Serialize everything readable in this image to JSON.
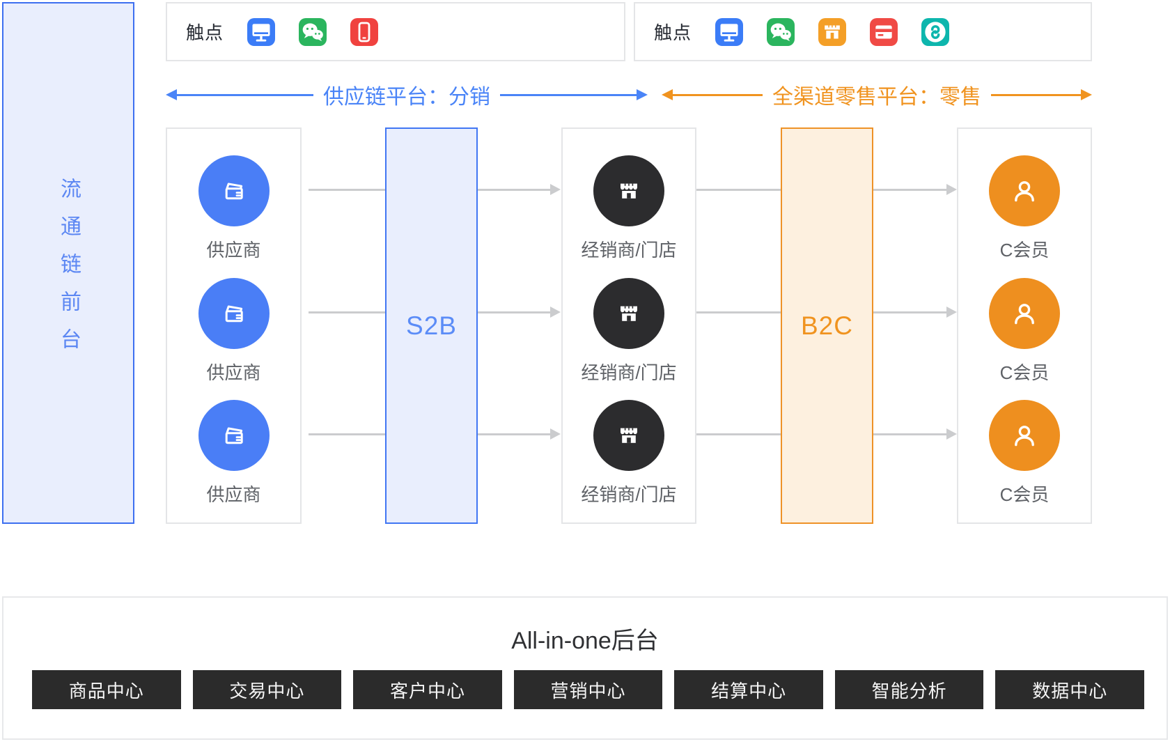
{
  "colors": {
    "primary_blue": "#4a7ef6",
    "arrow_blue": "#4a84f7",
    "panel_blue_bg": "#e9eefd",
    "panel_blue_border": "#3d6ff0",
    "primary_orange": "#ee8f1f",
    "arrow_orange": "#f0931f",
    "panel_orange_bg": "#fdf0df",
    "panel_orange_border": "#ee9227",
    "node_dark": "#2c2c2e",
    "chip_dark": "#2b2b2b",
    "desktop_blue": "#3b7cf7",
    "wechat_green": "#2bb55e",
    "mobile_red": "#f0423f",
    "store_orange": "#f49f27",
    "card_red": "#f04a45",
    "miniprogram_teal": "#0db6ad",
    "connector_gray": "#cbccce",
    "label_gray": "#5e6166"
  },
  "sidebar": {
    "label": "流通链前台"
  },
  "touchpoints_left": {
    "label": "触点",
    "icons": [
      "desktop-icon",
      "wechat-icon",
      "mobile-icon"
    ]
  },
  "touchpoints_right": {
    "label": "触点",
    "icons": [
      "desktop-icon",
      "wechat-icon",
      "store-icon",
      "card-icon",
      "miniprogram-icon"
    ]
  },
  "arrows": {
    "supply": "供应链平台：分销",
    "retail": "全渠道零售平台：零售"
  },
  "supply_column": {
    "items": [
      {
        "label": "供应商"
      },
      {
        "label": "供应商"
      },
      {
        "label": "供应商"
      }
    ]
  },
  "s2b": {
    "label": "S2B"
  },
  "dealer_column": {
    "items": [
      {
        "label": "经销商/门店"
      },
      {
        "label": "经销商/门店"
      },
      {
        "label": "经销商/门店"
      }
    ]
  },
  "b2c": {
    "label": "B2C"
  },
  "member_column": {
    "items": [
      {
        "label": "C会员"
      },
      {
        "label": "C会员"
      },
      {
        "label": "C会员"
      }
    ]
  },
  "backend": {
    "title": "All-in-one后台",
    "modules": [
      "商品中心",
      "交易中心",
      "客户中心",
      "营销中心",
      "结算中心",
      "智能分析",
      "数据中心"
    ]
  }
}
